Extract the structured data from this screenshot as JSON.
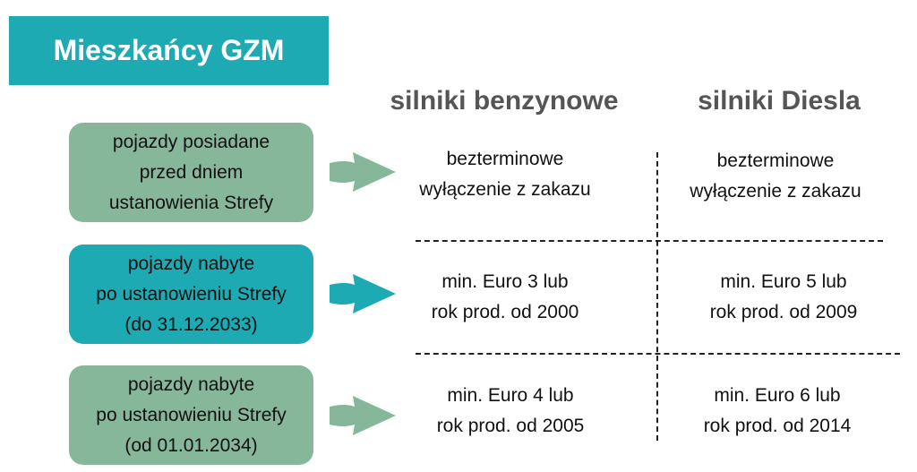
{
  "title": "Mieszkańcy GZM",
  "columns": [
    "silniki benzynowe",
    "silniki Diesla"
  ],
  "rows": [
    {
      "label": [
        "pojazdy posiadane",
        "przed dniem",
        "ustanowienia Strefy"
      ],
      "color": "#87b79a",
      "petrol": [
        "bezterminowe",
        "wyłączenie z zakazu"
      ],
      "diesel": [
        "bezterminowe",
        "wyłączenie z zakazu"
      ]
    },
    {
      "label": [
        "pojazdy nabyte",
        "po ustanowieniu Strefy",
        "(do 31.12.2033)"
      ],
      "color": "#1eaab3",
      "petrol": [
        "min. Euro 3 lub",
        "rok prod. od 2000"
      ],
      "diesel": [
        "min. Euro 5 lub",
        "rok prod. od 2009"
      ]
    },
    {
      "label": [
        "pojazdy nabyte",
        "po ustanowieniu Strefy",
        "(od 01.01.2034)"
      ],
      "color": "#87b79a",
      "petrol": [
        "min. Euro 4 lub",
        "rok prod. od 2005"
      ],
      "diesel": [
        "min. Euro 6 lub",
        "rok prod. od 2014"
      ]
    }
  ]
}
